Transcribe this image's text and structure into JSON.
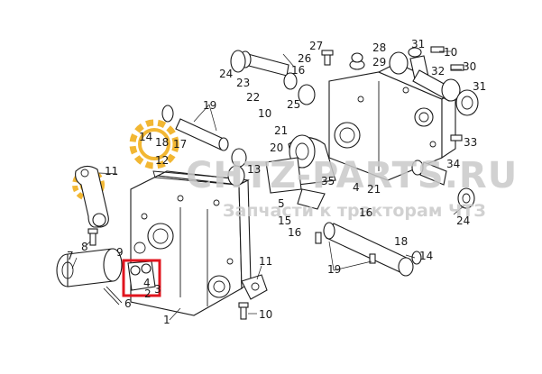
{
  "watermark": {
    "brand": "CHTZ-PARTS.RU",
    "tagline": "Запчасти к тракторам ЧТЗ",
    "gear_color": "#f2b733"
  },
  "callouts": [
    {
      "id": "c1",
      "text": "1"
    },
    {
      "id": "c2",
      "text": "2"
    },
    {
      "id": "c3",
      "text": "3"
    },
    {
      "id": "c4",
      "text": "4"
    },
    {
      "id": "c5",
      "text": "5"
    },
    {
      "id": "c6",
      "text": "6"
    },
    {
      "id": "c7",
      "text": "7"
    },
    {
      "id": "c8",
      "text": "8"
    },
    {
      "id": "c9",
      "text": "9"
    },
    {
      "id": "c10a",
      "text": "10"
    },
    {
      "id": "c10b",
      "text": "10"
    },
    {
      "id": "c10c",
      "text": "10"
    },
    {
      "id": "c11a",
      "text": "11"
    },
    {
      "id": "c11b",
      "text": "11"
    },
    {
      "id": "c12",
      "text": "12"
    },
    {
      "id": "c13",
      "text": "13"
    },
    {
      "id": "c14a",
      "text": "14"
    },
    {
      "id": "c14b",
      "text": "14"
    },
    {
      "id": "c15",
      "text": "15"
    },
    {
      "id": "c16a",
      "text": "16"
    },
    {
      "id": "c16b",
      "text": "16"
    },
    {
      "id": "c16c",
      "text": "16"
    },
    {
      "id": "c17",
      "text": "17"
    },
    {
      "id": "c18a",
      "text": "18"
    },
    {
      "id": "c18b",
      "text": "18"
    },
    {
      "id": "c19a",
      "text": "19"
    },
    {
      "id": "c19b",
      "text": "19"
    },
    {
      "id": "c20",
      "text": "20"
    },
    {
      "id": "c21a",
      "text": "21"
    },
    {
      "id": "c21b",
      "text": "21"
    },
    {
      "id": "c22",
      "text": "22"
    },
    {
      "id": "c23",
      "text": "23"
    },
    {
      "id": "c24a",
      "text": "24"
    },
    {
      "id": "c24b",
      "text": "24"
    },
    {
      "id": "c25",
      "text": "25"
    },
    {
      "id": "c26",
      "text": "26"
    },
    {
      "id": "c27",
      "text": "27"
    },
    {
      "id": "c28",
      "text": "28"
    },
    {
      "id": "c29",
      "text": "29"
    },
    {
      "id": "c30",
      "text": "30"
    },
    {
      "id": "c31a",
      "text": "31"
    },
    {
      "id": "c31b",
      "text": "31"
    },
    {
      "id": "c32",
      "text": "32"
    },
    {
      "id": "c33",
      "text": "33"
    },
    {
      "id": "c34",
      "text": "34"
    },
    {
      "id": "c35",
      "text": "35"
    },
    {
      "id": "c4s",
      "text": "4"
    }
  ],
  "highlight": {
    "color": "#e0141e"
  }
}
